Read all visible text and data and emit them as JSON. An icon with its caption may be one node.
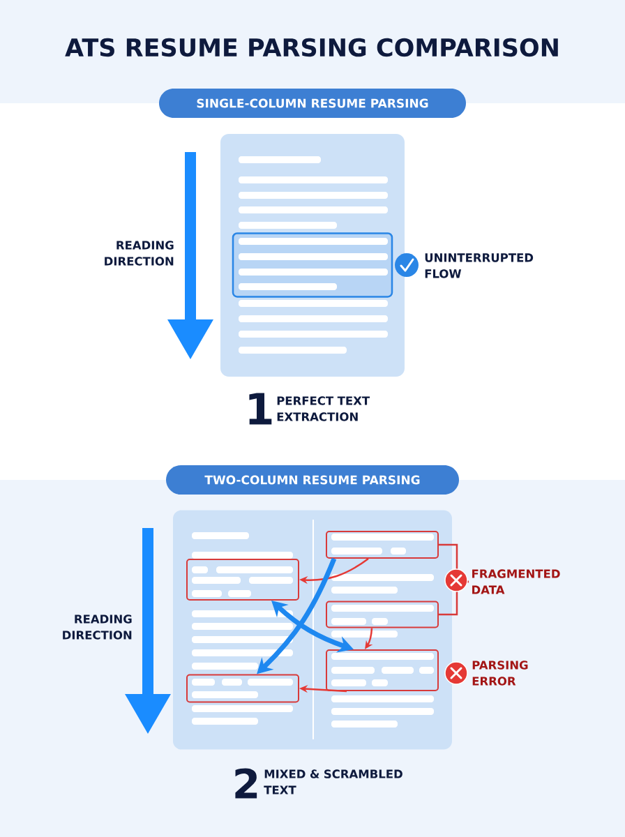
{
  "diagram": {
    "title": "ATS RESUME PARSING COMPARISON",
    "nodes": [
      {
        "text": [
          "SINGLE-COLUMN RESUME PARSING"
        ]
      },
      {
        "text": [],
        "shape": "box"
      },
      {
        "text": [],
        "shape": "box",
        "in": 1
      },
      {
        "text": [
          "TWO-COLUMN RESUME PARSING"
        ]
      },
      {
        "text": [],
        "shape": "box"
      },
      {
        "text": [],
        "shape": "box",
        "in": 4
      },
      {
        "text": [],
        "shape": "box",
        "in": 4
      },
      {
        "text": [],
        "shape": "box",
        "in": 4
      },
      {
        "text": [],
        "shape": "box",
        "in": 4
      },
      {
        "text": [],
        "shape": "box",
        "in": 4
      },
      {
        "text": [
          "FRAGMENTED DATA"
        ]
      }
    ],
    "edges": [
      {
        "from": 7,
        "to": 5,
        "arrow": "to",
        "color": "#e53935"
      },
      {
        "from": 8,
        "to": 9,
        "arrow": "to",
        "color": "#e53935"
      },
      {
        "from": 9,
        "to": 6,
        "arrow": "to",
        "color": "#e53935"
      },
      {
        "from": 5,
        "to": 9,
        "arrow": "both",
        "style": "thick",
        "color": "#1e88f0"
      },
      {
        "from": 7,
        "to": 6,
        "arrow": "to",
        "style": "thick",
        "color": "#1e88f0"
      },
      {
        "from": 7,
        "to": 10,
        "arrow": "none",
        "color": "#d83a3a"
      },
      {
        "from": 8,
        "to": 10,
        "arrow": "none",
        "color": "#d83a3a"
      }
    ],
    "labels": [
      "READING DIRECTION",
      "UNINTERRUPTED FLOW",
      "1",
      "PERFECT TEXT EXTRACTION",
      "READING DIRECTION",
      "PARSING ERROR",
      "2",
      "MIXED & SCRAMBLED TEXT"
    ]
  }
}
